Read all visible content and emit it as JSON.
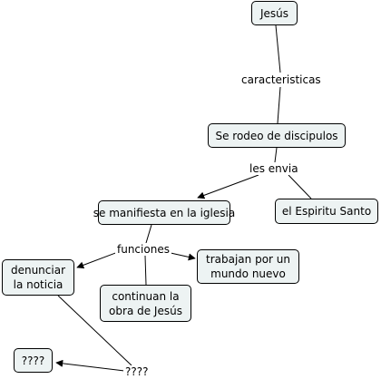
{
  "concept_map": {
    "nodes": {
      "jesus": "Jesús",
      "discipulos": "Se rodeo de discipulos",
      "iglesia": "se manifiesta en la iglesia",
      "espiritu": "el Espiritu Santo",
      "denunciar": "denunciar la noticia",
      "trabajan": "trabajan por un mundo nuevo",
      "continuan": "continuan la obra de Jesús",
      "q": "????"
    },
    "links": {
      "caracteristicas": "caracteristicas",
      "les_envia": "les envia",
      "funciones": "funciones",
      "q": "????"
    }
  }
}
